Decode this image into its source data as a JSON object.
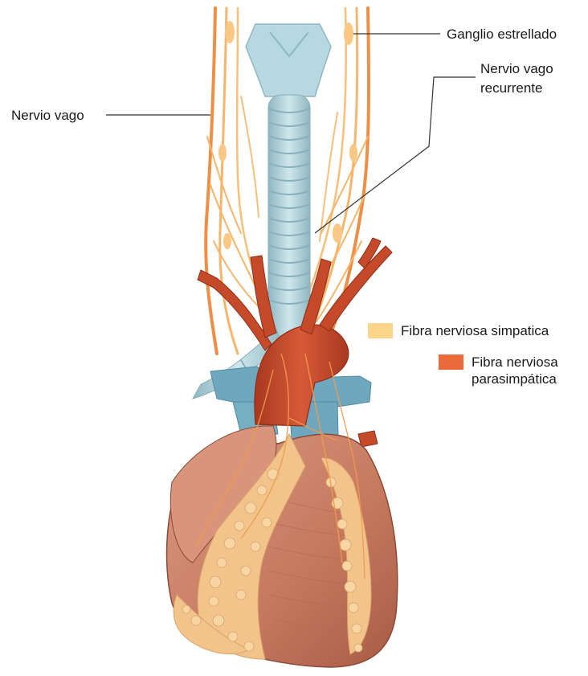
{
  "labels": {
    "ganglio": "Ganglio estrellado",
    "recurrente_line1": "Nervio vago",
    "recurrente_line2": "recurrente",
    "vago": "Nervio vago"
  },
  "legend": {
    "simpatica": {
      "label": "Fibra nerviosa simpatica",
      "color": "#fbd58a"
    },
    "parasimpatica": {
      "label_line1": "Fibra nerviosa",
      "label_line2": "parasimpática",
      "color": "#ea6a3a"
    }
  },
  "colors": {
    "trachea": "#a9cfd8",
    "aorta": "#c44a2a",
    "vein": "#6fa8be",
    "myocardium": "#c9826a",
    "fat": "#f2c48c",
    "nerve": "#f29a4a"
  }
}
